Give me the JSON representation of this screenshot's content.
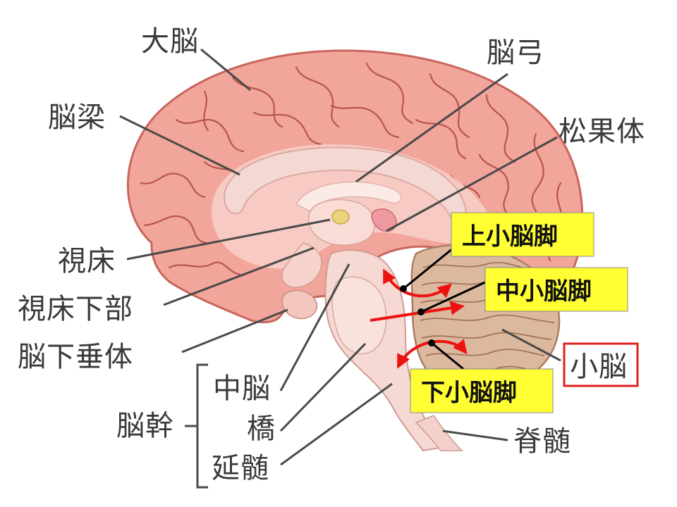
{
  "colors": {
    "cerebrum": "#f2a59a",
    "cerebrum_outline": "#c9665c",
    "inner": "#f7cfc8",
    "corpus": "#f4d8d3",
    "brainstem": "#f6d9d2",
    "cerebellum": "#dcb89e",
    "highlight_box": "#ffff33",
    "red_box_border": "#e02020",
    "arrow": "#ee1111"
  },
  "labels": {
    "cerebrum": "大脳",
    "fornix": "脳弓",
    "corpus_callosum": "脳梁",
    "pineal": "松果体",
    "thalamus": "視床",
    "hypothalamus": "視床下部",
    "pituitary": "脳下垂体",
    "brainstem": "脳幹",
    "midbrain": "中脳",
    "pons": "橋",
    "medulla": "延髄",
    "spinal_cord": "脊髄",
    "cerebellum": "小脳"
  },
  "peduncles": {
    "superior": "上小脳脚",
    "middle": "中小脳脚",
    "inferior": "下小脳脚"
  }
}
